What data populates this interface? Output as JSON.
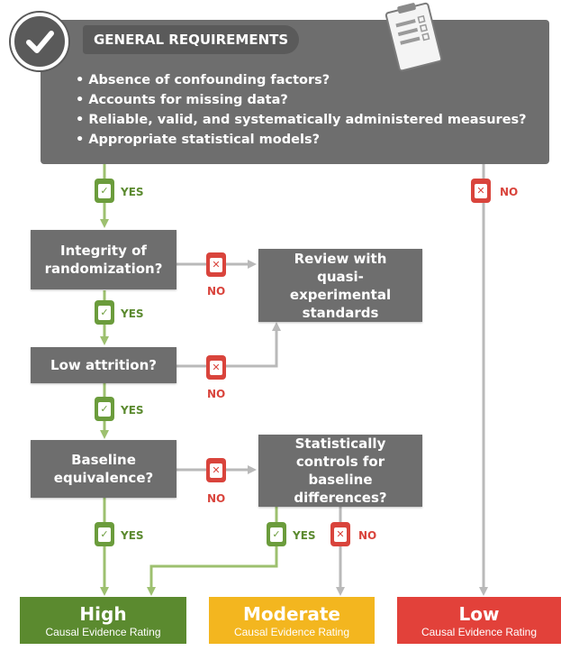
{
  "general": {
    "title": "GENERAL REQUIREMENTS",
    "items": [
      "• Absence of confounding factors?",
      "• Accounts for missing data?",
      "• Reliable, valid, and systematically administered measures?",
      "• Appropriate statistical models?"
    ]
  },
  "questions": {
    "randomization": "Integrity of randomization?",
    "attrition": "Low attrition?",
    "baseline": "Baseline equivalence?",
    "review": "Review with quasi-experimental standards",
    "controls": "Statistically controls for baseline differences?"
  },
  "labels": {
    "yes": "YES",
    "no": "NO"
  },
  "ratings": {
    "high": {
      "title": "High",
      "subtitle": "Causal Evidence Rating"
    },
    "moderate": {
      "title": "Moderate",
      "subtitle": "Causal Evidence Rating"
    },
    "low": {
      "title": "Low",
      "subtitle": "Causal Evidence Rating"
    }
  },
  "colors": {
    "box": "#6e6e6e",
    "green": "#6b9c3c",
    "red": "#d9443c",
    "arrow_gray": "#b9b9b9",
    "arrow_green": "#9dc06f",
    "high": "#5b8a2f",
    "moderate": "#f3b61f",
    "low": "#e2413a"
  }
}
